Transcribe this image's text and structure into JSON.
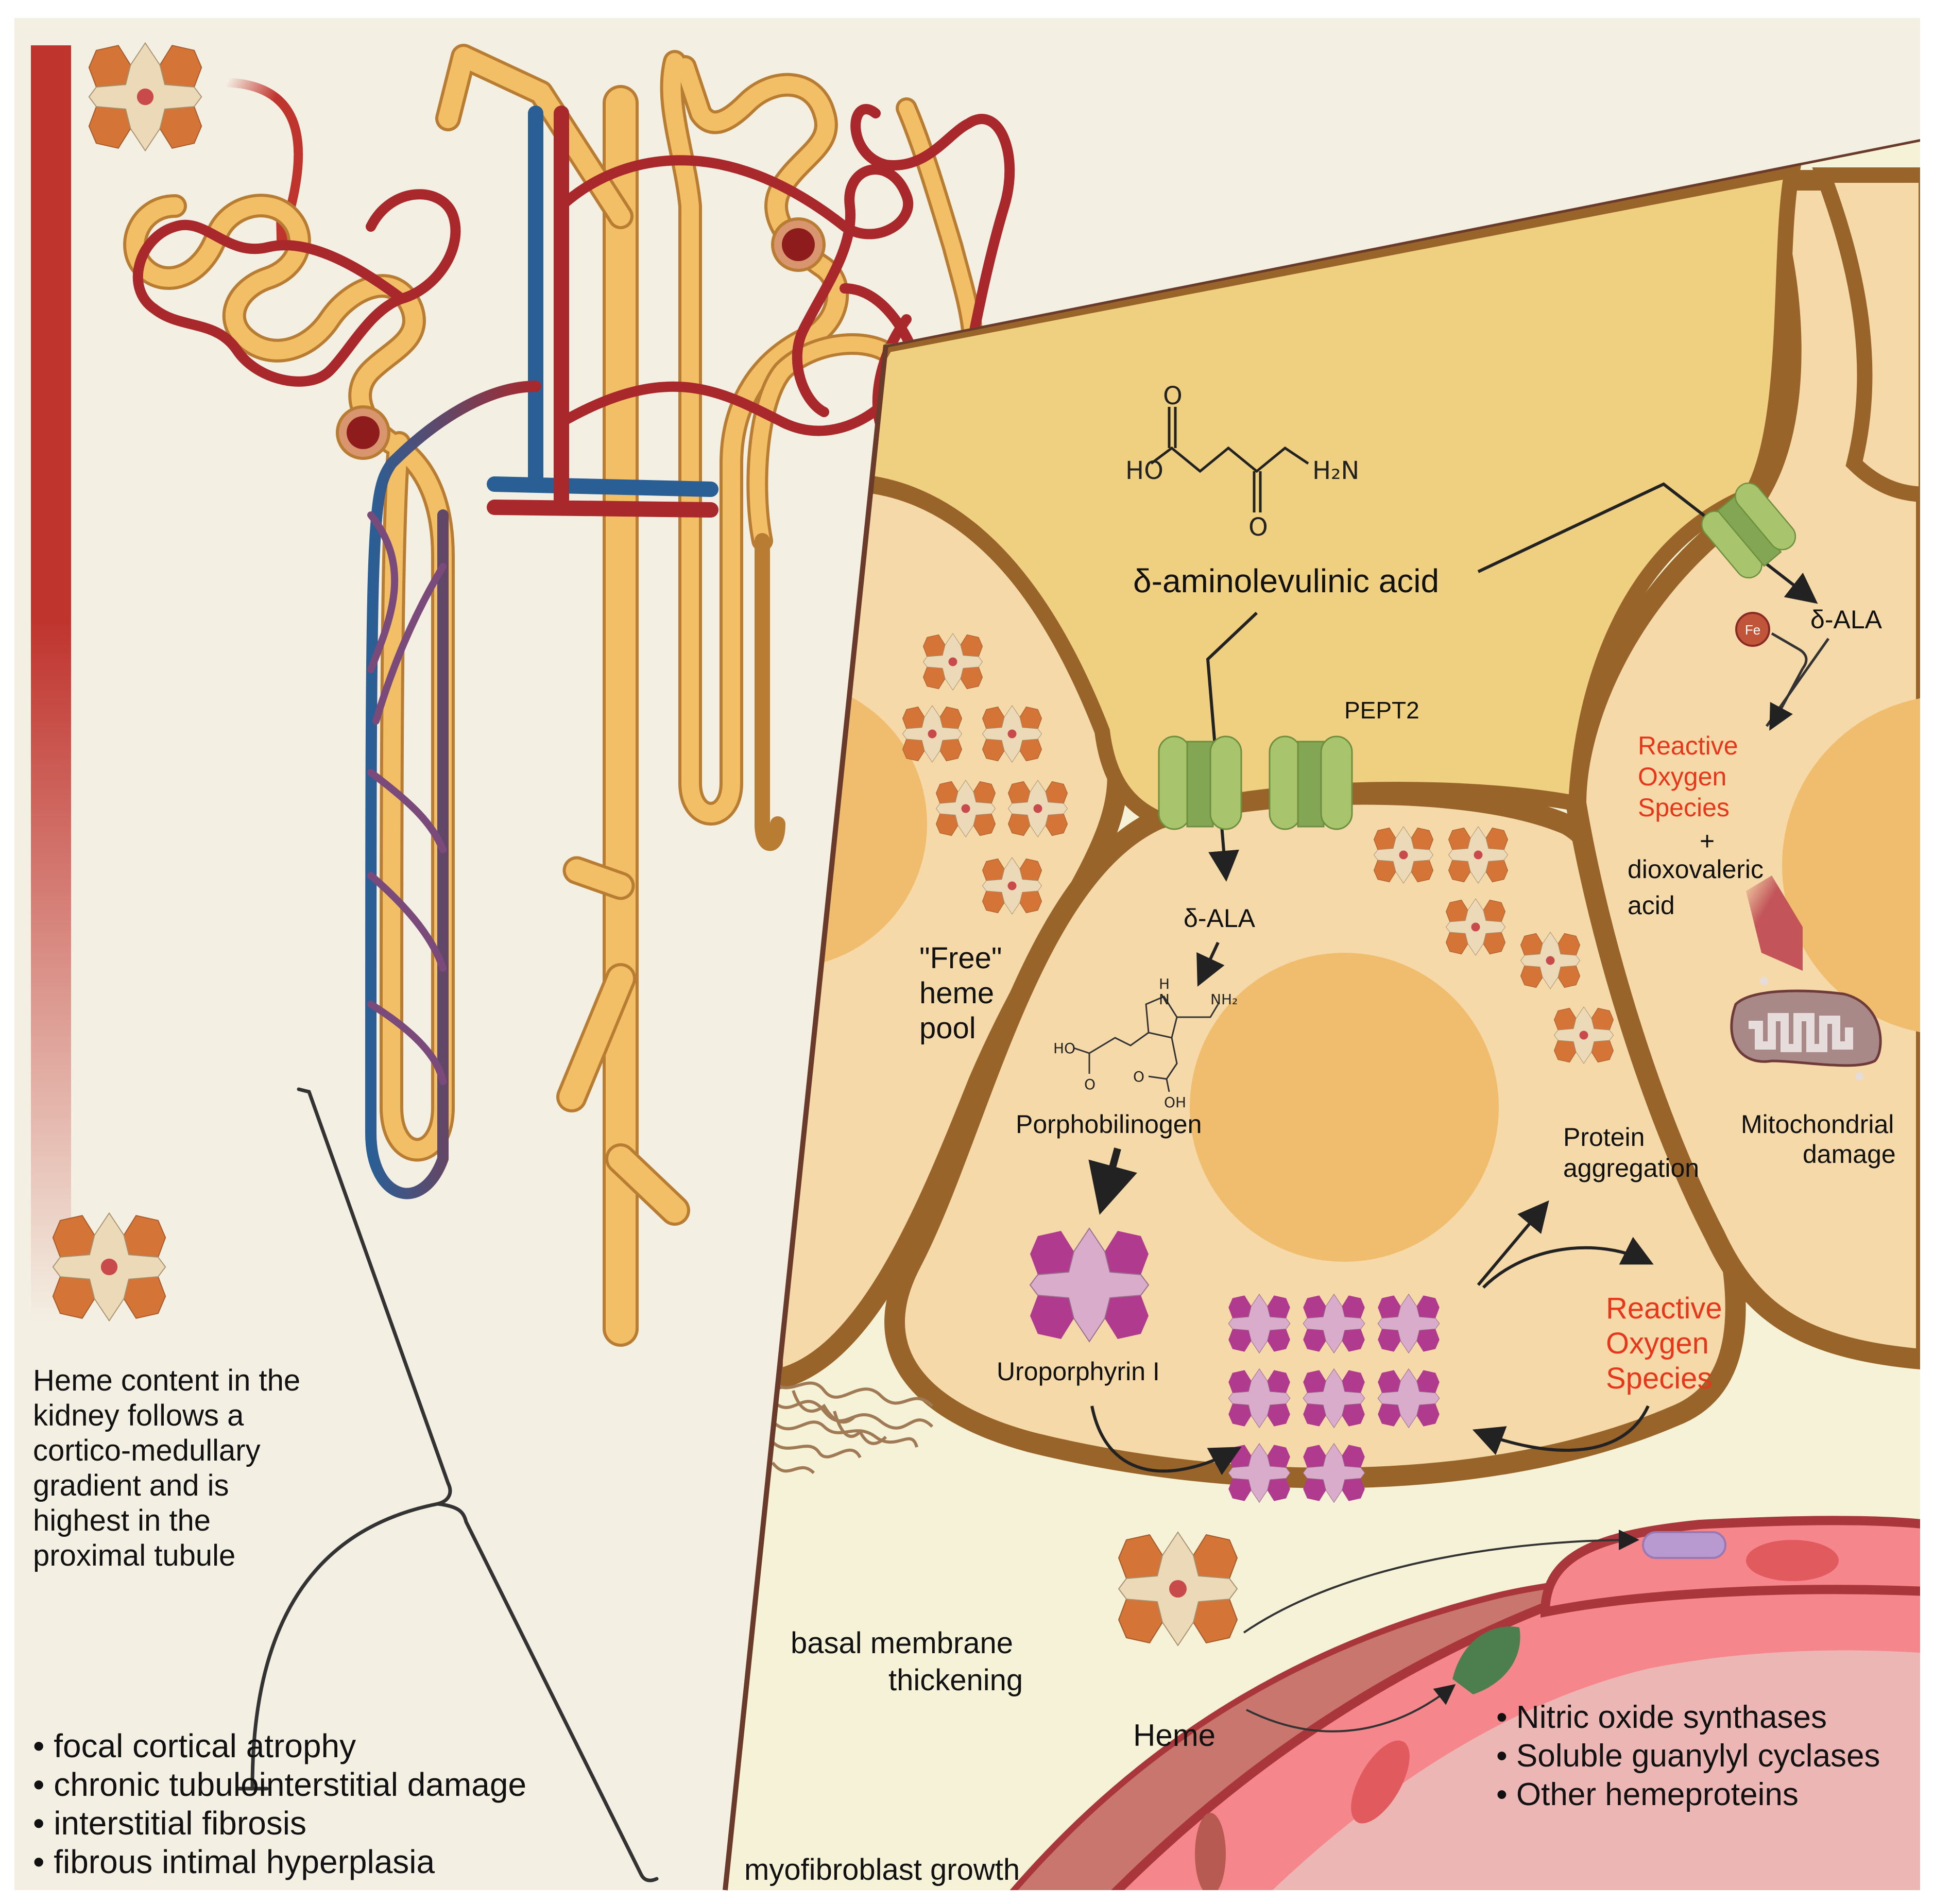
{
  "colors": {
    "canvas": "#ffffff",
    "left_panel_bg": "#f4efe3",
    "gradient_bar_top": "#c0342e",
    "tubule_fill": "#f2be66",
    "tubule_edge": "#b87c32",
    "artery": "#a8282c",
    "vein": "#2a5f96",
    "zoom_lumen": "#efcf80",
    "cell_fill": "#f5d9a8",
    "nucleus": "#efbd6d",
    "cell_membrane": "#99642a",
    "interstitium": "#f6f2d8",
    "transporter_light": "#a8c46c",
    "transporter_dark": "#83a655",
    "heme_orange": "#d47436",
    "heme_cream": "#ecd9b8",
    "heme_center": "#c94a4a",
    "uro_magenta": "#b03a8e",
    "uro_pink": "#d9accb",
    "ros_red": "#e8361a",
    "vessel_pink": "#f4868c",
    "vessel_wall": "#a8363a",
    "smooth_muscle": "#c8766e",
    "lumen_bg": "#ecb6b4",
    "enzyme_green": "#4d7f4e",
    "rbc_purple": "#b89ad0",
    "fe_red": "#c0553a",
    "mito_fill": "#a98888",
    "arrow": "#222222"
  },
  "left_panel": {
    "description_lines": [
      "Heme content in the",
      "kidney follows a",
      "cortico-medullary",
      "gradient and is",
      "highest in the",
      "proximal tubule"
    ],
    "consequences": [
      "• focal cortical atrophy",
      "• chronic tubulointerstitial damage",
      "• interstitial fibrosis",
      "• fibrous intimal hyperplasia"
    ],
    "icons": [
      "heme-icon",
      "heme-gradient-bar",
      "nephron-illustration",
      "inhibition-bracket"
    ]
  },
  "zoom_panel": {
    "lumen": {
      "molecule_name": "δ-aminolevulinic acid",
      "structure_labels": {
        "oh": "HO",
        "o_top": "O",
        "o_bottom": "O",
        "amine": "H₂N"
      }
    },
    "transporter_label": "PEPT2",
    "left_cell": {
      "pool_label_lines": [
        "\"Free\"",
        "heme",
        "pool"
      ]
    },
    "center_cell": {
      "ala_label": "δ-ALA",
      "pbg_label": "Porphobilinogen",
      "pbg_structure": {
        "h": "H",
        "n": "N",
        "nh2": "NH₂",
        "ho": "HO",
        "o1": "O",
        "o2": "O",
        "oh": "OH"
      },
      "uro_label": "Uroporphyrin I",
      "protein_label_lines": [
        "Protein",
        "aggregation"
      ],
      "ros_label_lines": [
        "Reactive",
        "Oxygen",
        "Species"
      ]
    },
    "right_cell": {
      "ala_label": "δ-ALA",
      "fe_label": "Fe",
      "ros_label_lines": [
        "Reactive",
        "Oxygen",
        "Species"
      ],
      "plus": "+",
      "byproduct_lines": [
        "dioxovaleric",
        "acid"
      ],
      "mito_label_lines": [
        "Mitochondrial",
        "damage"
      ]
    },
    "interstitium": {
      "bm_label_lines": [
        "basal membrane",
        "thickening"
      ],
      "heme_label": "Heme",
      "myofibroblast_label": "myofibroblast growth",
      "hemeprotein_list": [
        "• Nitric oxide synthases",
        "• Soluble guanylyl cyclases",
        "• Other hemeproteins"
      ]
    }
  }
}
